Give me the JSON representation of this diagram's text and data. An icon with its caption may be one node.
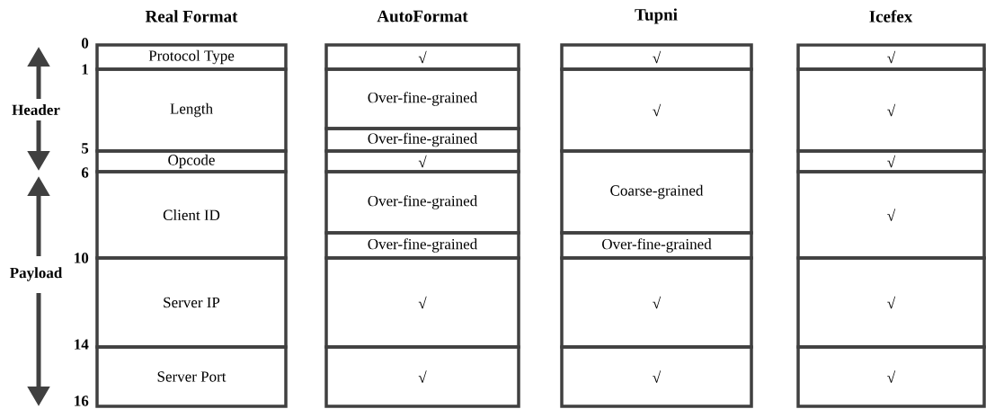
{
  "diagram": {
    "nodes": [
      {
        "text": [
          "Protocol Type"
        ]
      },
      {
        "text": [
          "Length"
        ]
      },
      {
        "text": [
          "Opcode"
        ]
      },
      {
        "text": [
          "Client ID"
        ]
      },
      {
        "text": [
          "Server IP"
        ]
      },
      {
        "text": [
          "Server Port"
        ]
      },
      {
        "text": [
          "√"
        ]
      },
      {
        "text": [
          "Over-fine-grained"
        ]
      },
      {
        "text": [
          "Over-fine-grained"
        ]
      },
      {
        "text": [
          "√"
        ]
      },
      {
        "text": [
          "Over-fine-grained"
        ]
      },
      {
        "text": [
          "Over-fine-grained"
        ]
      },
      {
        "text": [
          "√"
        ]
      },
      {
        "text": [
          "√"
        ]
      },
      {
        "text": [
          "√"
        ]
      },
      {
        "text": [
          "√"
        ]
      },
      {
        "text": [
          "Coarse-grained"
        ]
      },
      {
        "text": [
          "Over-fine-grained"
        ]
      },
      {
        "text": [
          "√"
        ]
      },
      {
        "text": [
          "√"
        ]
      },
      {
        "text": [
          "√"
        ]
      },
      {
        "text": [
          "√"
        ]
      },
      {
        "text": [
          "√"
        ]
      },
      {
        "text": [
          "√"
        ]
      },
      {
        "text": [
          "√"
        ]
      },
      {
        "text": [
          "√"
        ]
      }
    ],
    "labels": [
      "Real Format",
      "AutoFormat",
      "Tupni",
      "Icefex",
      "0",
      "1",
      "Header",
      "5",
      "6",
      "10",
      "Payload",
      "14",
      "16"
    ]
  }
}
